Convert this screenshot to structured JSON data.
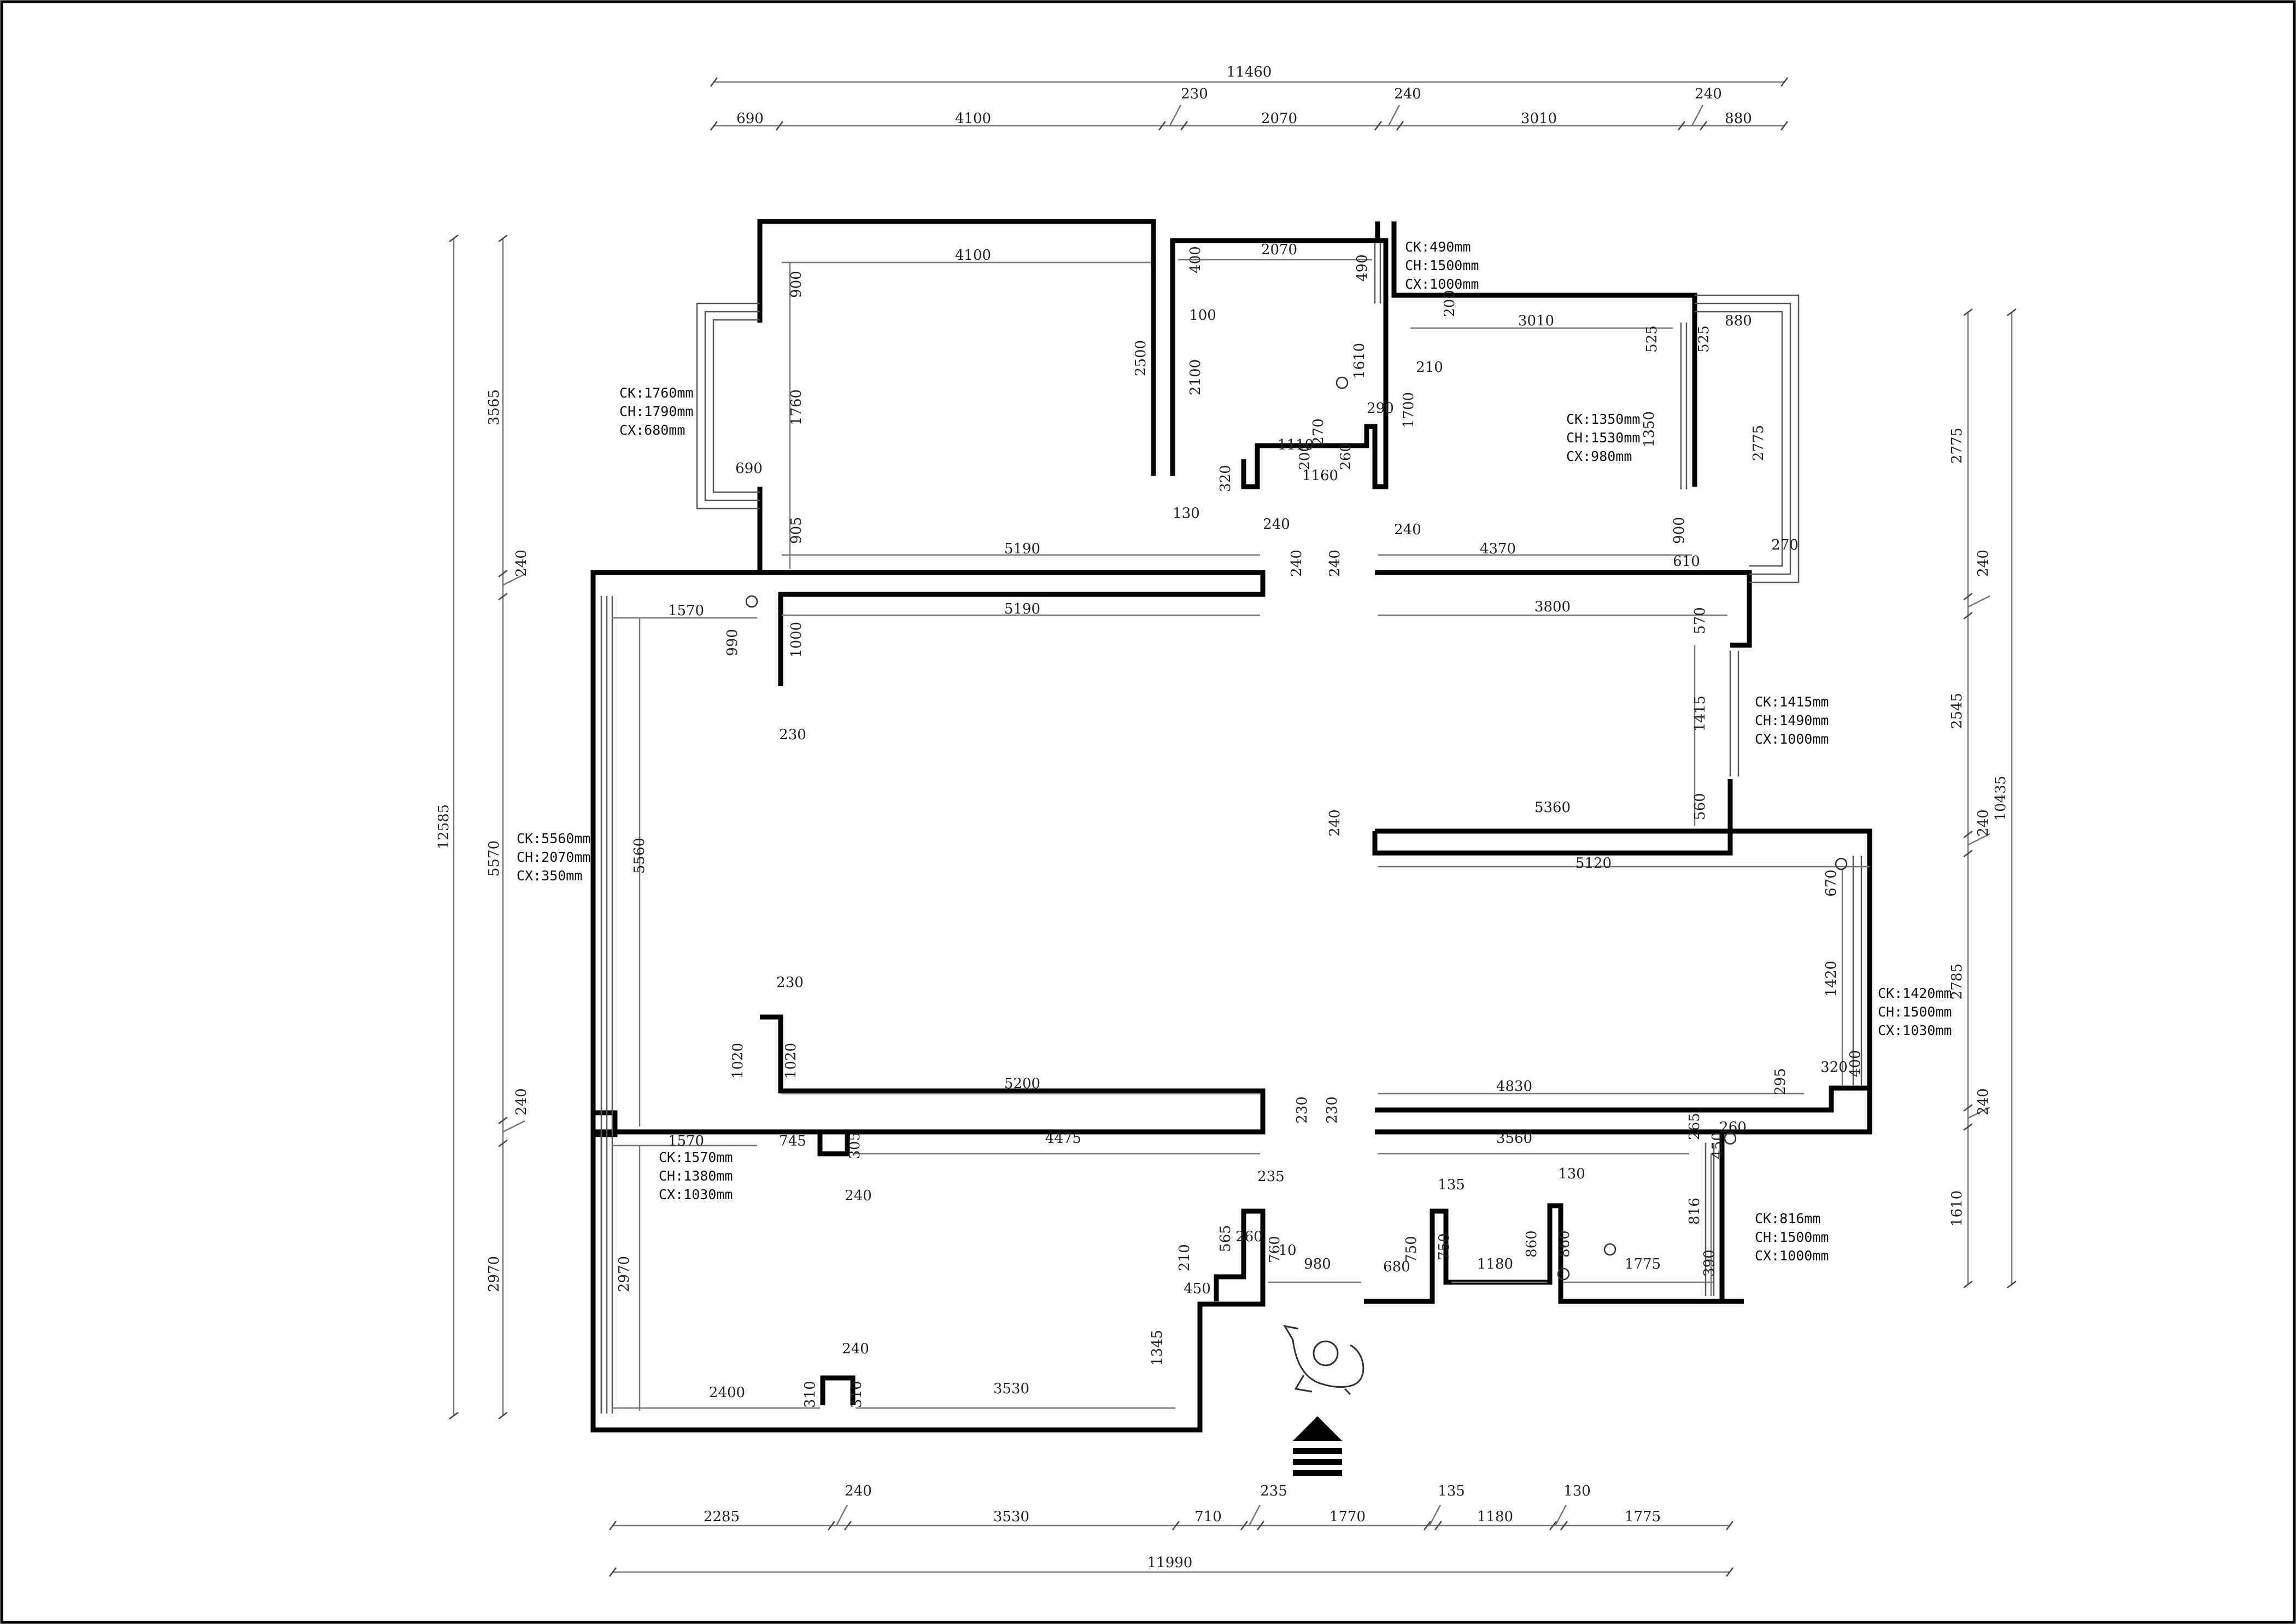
{
  "plan": {
    "top_total": "11460",
    "top_row": [
      "690",
      "4100",
      "230",
      "2070",
      "240",
      "3010",
      "240",
      "880"
    ],
    "bottom_total": "11990",
    "bottom_row": [
      "2285",
      "240",
      "3530",
      "710",
      "235",
      "1770",
      "135",
      "1180",
      "130",
      "1775"
    ],
    "left_total": "12585",
    "left_row": [
      "3565",
      "240",
      "5570",
      "240",
      "2970"
    ],
    "right_total": "10435",
    "right_row": [
      "2775",
      "240",
      "2545",
      "240",
      "2785",
      "240",
      "1610"
    ],
    "inner": [
      "4100",
      "2070",
      "490",
      "400",
      "900",
      "100",
      "2500",
      "2100",
      "1610",
      "200",
      "210",
      "3010",
      "525",
      "525",
      "880",
      "1760",
      "1700",
      "1350",
      "2775",
      "690",
      "290",
      "270",
      "1110",
      "200",
      "260",
      "1160",
      "320",
      "130",
      "240",
      "240",
      "905",
      "900",
      "5190",
      "240",
      "240",
      "4370",
      "610",
      "270",
      "1570",
      "5190",
      "3800",
      "570",
      "990",
      "1000",
      "230",
      "1415",
      "5360",
      "560",
      "240",
      "5120",
      "670",
      "5560",
      "1420",
      "230",
      "1020",
      "1020",
      "5200",
      "230",
      "230",
      "4830",
      "295",
      "320",
      "400",
      "1570",
      "745",
      "305",
      "4475",
      "3560",
      "265",
      "450",
      "260",
      "240",
      "816",
      "235",
      "135",
      "130",
      "565",
      "260",
      "210",
      "10",
      "760",
      "980",
      "680",
      "750",
      "750",
      "1180",
      "860",
      "860",
      "1775",
      "390",
      "450",
      "1345",
      "2970",
      "240",
      "2400",
      "310",
      "310",
      "3530"
    ],
    "windows": {
      "w1": [
        "CK:490mm",
        "CH:1500mm",
        "CX:1000mm"
      ],
      "w2": [
        "CK:1760mm",
        "CH:1790mm",
        "CX:680mm"
      ],
      "w3": [
        "CK:1350mm",
        "CH:1530mm",
        "CX:980mm"
      ],
      "w4": [
        "CK:1415mm",
        "CH:1490mm",
        "CX:1000mm"
      ],
      "w5": [
        "CK:5560mm",
        "CH:2070mm",
        "CX:350mm"
      ],
      "w6": [
        "CK:1420mm",
        "CH:1500mm",
        "CX:1030mm"
      ],
      "w7": [
        "CK:1570mm",
        "CH:1380mm",
        "CX:1030mm"
      ],
      "w8": [
        "CK:816mm",
        "CH:1500mm",
        "CX:1000mm"
      ]
    }
  }
}
